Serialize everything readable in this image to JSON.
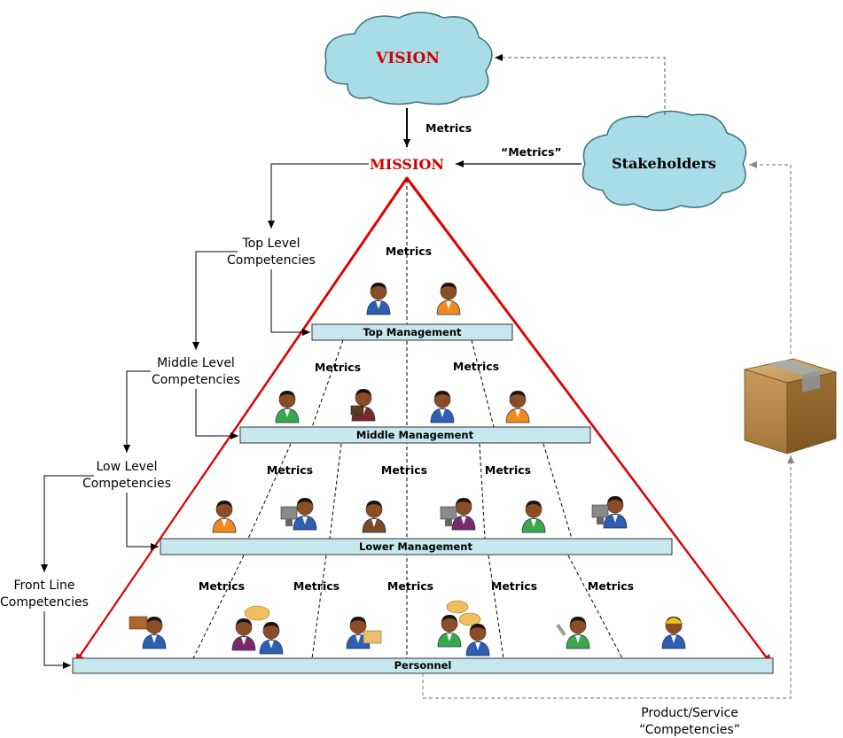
{
  "vision": "VISION",
  "mission": "MISSION",
  "stakeholders": "Stakeholders",
  "metrics": "Metrics",
  "stakeholder_metrics": "“Metrics”",
  "competencies": {
    "top": [
      "Top Level",
      "Competencies"
    ],
    "middle": [
      "Middle Level",
      "Competencies"
    ],
    "low": [
      "Low Level",
      "Competencies"
    ],
    "front": [
      "Front Line",
      "Competencies"
    ]
  },
  "bars": {
    "top": "Top Management",
    "middle": "Middle Management",
    "lower": "Lower Management",
    "personnel": "Personnel"
  },
  "product": [
    "Product/Service",
    "“Competencies”"
  ],
  "colors": {
    "cloud": "#a8dce6",
    "bar": "#c5e7ed",
    "pyramid_edge": "#e00000",
    "accent_text": "#d40000"
  }
}
